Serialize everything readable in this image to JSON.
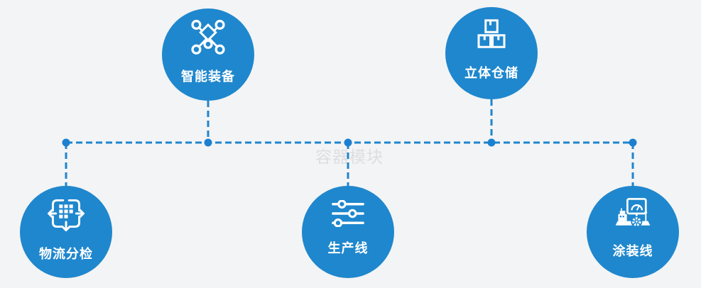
{
  "watermark": "容器模块",
  "colors": {
    "circle_blue": "#1f87cd",
    "line_blue": "#1f85ce",
    "dot_blue": "#1b80d0",
    "icon_white": "#ffffff",
    "background": "#f3f4f5",
    "watermark_gray": "#dddee1"
  },
  "nodes": [
    {
      "label": "智能装备",
      "icon": "network-nodes-icon",
      "position": "top-left"
    },
    {
      "label": "立体仓储",
      "icon": "stacked-boxes-icon",
      "position": "top-right"
    },
    {
      "label": "物流分检",
      "icon": "sorting-grid-arrows-icon",
      "position": "bottom-left"
    },
    {
      "label": "生产线",
      "icon": "sliders-icon",
      "position": "bottom-center"
    },
    {
      "label": "涂装线",
      "icon": "control-station-icon",
      "position": "bottom-right"
    }
  ]
}
